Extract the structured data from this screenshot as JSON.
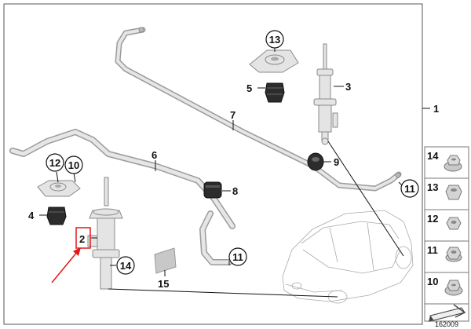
{
  "callouts": {
    "c1": "1",
    "c2": "2",
    "c3": "3",
    "c4": "4",
    "c5": "5",
    "c6": "6",
    "c7": "7",
    "c8": "8",
    "c9": "9",
    "c10": "10",
    "c11a": "11",
    "c11b": "11",
    "c12": "12",
    "c13": "13",
    "c14": "14",
    "c15": "15"
  },
  "legend": [
    {
      "number": "14",
      "icon": "collar-nut-icon"
    },
    {
      "number": "13",
      "icon": "hex-nut-icon"
    },
    {
      "number": "12",
      "icon": "hex-nut-icon"
    },
    {
      "number": "11",
      "icon": "self-locking-nut-icon"
    },
    {
      "number": "10",
      "icon": "flange-nut-icon"
    }
  ],
  "diagram_id": "162009",
  "colors": {
    "highlight": "#e21818",
    "line": "#111111",
    "part": "#e4e4e4"
  }
}
